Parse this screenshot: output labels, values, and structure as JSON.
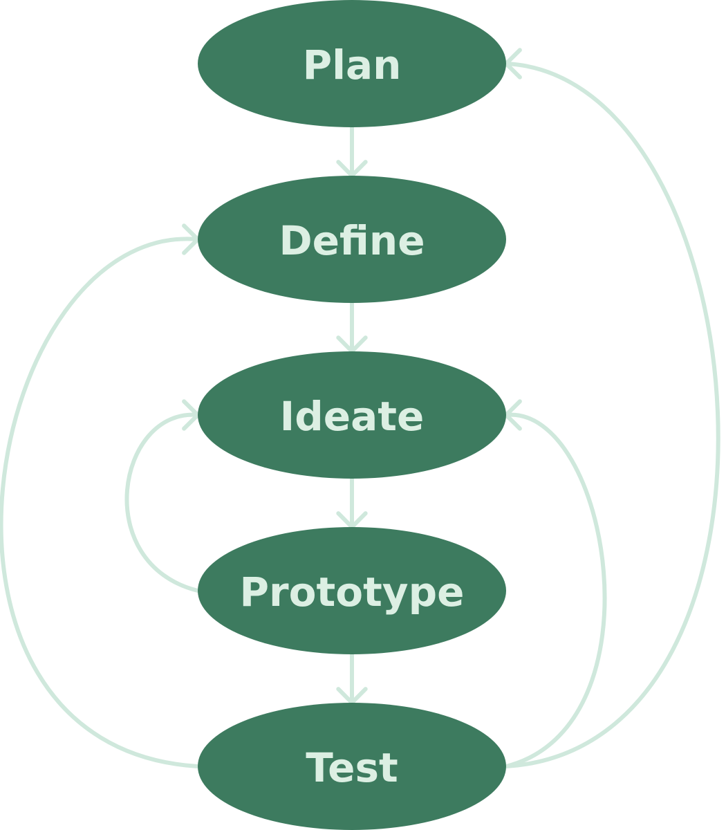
{
  "diagram": {
    "type": "flowchart",
    "colors": {
      "node_fill": "#3d7b5f",
      "node_text": "#dcefe3",
      "edge": "#cfe8dc"
    },
    "nodes": [
      {
        "id": "plan",
        "label": "Plan"
      },
      {
        "id": "define",
        "label": "Define"
      },
      {
        "id": "ideate",
        "label": "Ideate"
      },
      {
        "id": "prototype",
        "label": "Prototype"
      },
      {
        "id": "test",
        "label": "Test"
      }
    ],
    "edges": [
      {
        "from": "plan",
        "to": "define"
      },
      {
        "from": "define",
        "to": "ideate"
      },
      {
        "from": "ideate",
        "to": "prototype"
      },
      {
        "from": "prototype",
        "to": "test"
      },
      {
        "from": "test",
        "to": "plan"
      },
      {
        "from": "test",
        "to": "define"
      },
      {
        "from": "test",
        "to": "ideate"
      },
      {
        "from": "prototype",
        "to": "ideate"
      }
    ]
  }
}
